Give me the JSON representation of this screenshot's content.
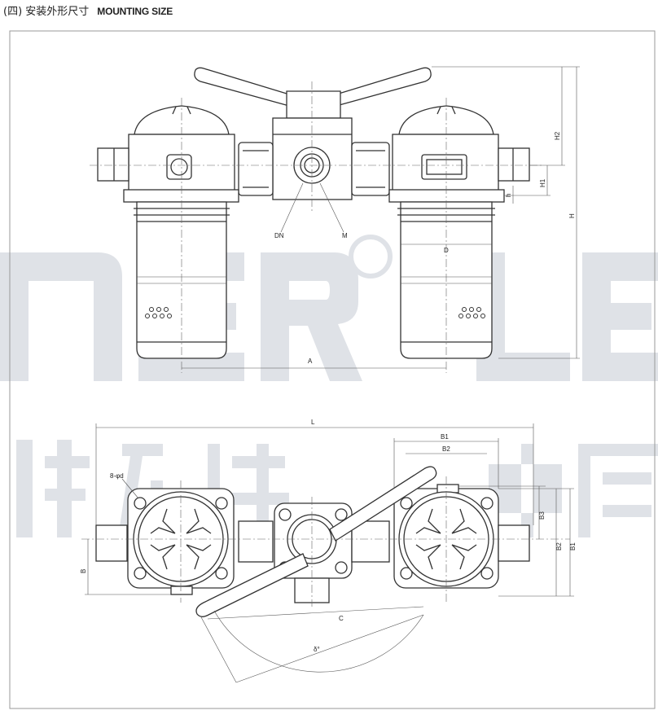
{
  "heading": {
    "zh": "(四) 安装外形尺寸",
    "en": "MOUNTING SIZE"
  },
  "watermark": {
    "logo_text": "nER ® LE",
    "zh_left": "菲尔特",
    "zh_right": "中国",
    "color": "#c9ced6"
  },
  "front_view": {
    "labels": {
      "A": "A",
      "D": "D",
      "DN": "DN",
      "M": "M",
      "H": "H",
      "H1": "H1",
      "H2": "H2",
      "h": "h"
    }
  },
  "top_view": {
    "labels": {
      "L": "L",
      "B1_top": "B1",
      "B2_top": "B2",
      "B3": "B3",
      "B2_side": "B2",
      "B1_side": "B1",
      "holes": "8-φd",
      "B": "B",
      "C": "C",
      "angle": "δ°"
    }
  }
}
